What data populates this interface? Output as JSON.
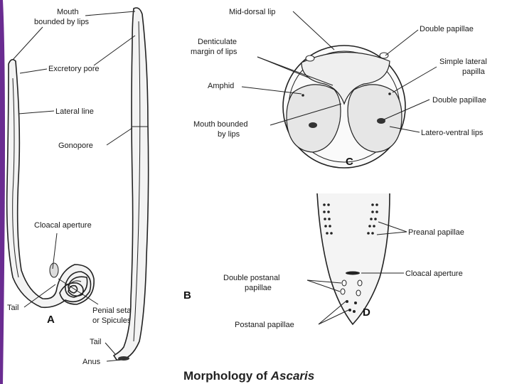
{
  "colors": {
    "accent_bar": "#6a2c91",
    "ink": "#222222"
  },
  "figures": {
    "a": {
      "letter": "A"
    },
    "b": {
      "letter": "B"
    },
    "c": {
      "letter": "C"
    },
    "d": {
      "letter": "D"
    }
  },
  "labels": {
    "a_tail": "Tail",
    "a_cloacal_aperture": "Cloacal aperture",
    "a_penial_setae_1": "Penial setae",
    "a_penial_setae_2": "or Spicules",
    "b_mouth_1": "Mouth",
    "b_mouth_2": "bounded by lips",
    "b_excretory_pore": "Excretory pore",
    "b_lateral_line": "Lateral line",
    "b_gonopore": "Gonopore",
    "b_tail": "Tail",
    "b_anus": "Anus",
    "c_mid_dorsal_lip": "Mid-dorsal lip",
    "c_double_papillae_top": "Double papillae",
    "c_denticulate_1": "Denticulate",
    "c_denticulate_2": "margin of lips",
    "c_simple_lateral_1": "Simple lateral",
    "c_simple_lateral_2": "papilla",
    "c_amphid": "Amphid",
    "c_double_papillae_right": "Double papillae",
    "c_mouth_1": "Mouth bounded",
    "c_mouth_2": "by lips",
    "c_latero_ventral": "Latero-ventral lips",
    "d_preanal": "Preanal papillae",
    "d_cloacal_aperture": "Cloacal aperture",
    "d_double_postanal_1": "Double postanal",
    "d_double_postanal_2": "papillae",
    "d_postanal": "Postanal papillae"
  },
  "caption": {
    "prefix": "Morphology of ",
    "italic": "Ascaris"
  }
}
